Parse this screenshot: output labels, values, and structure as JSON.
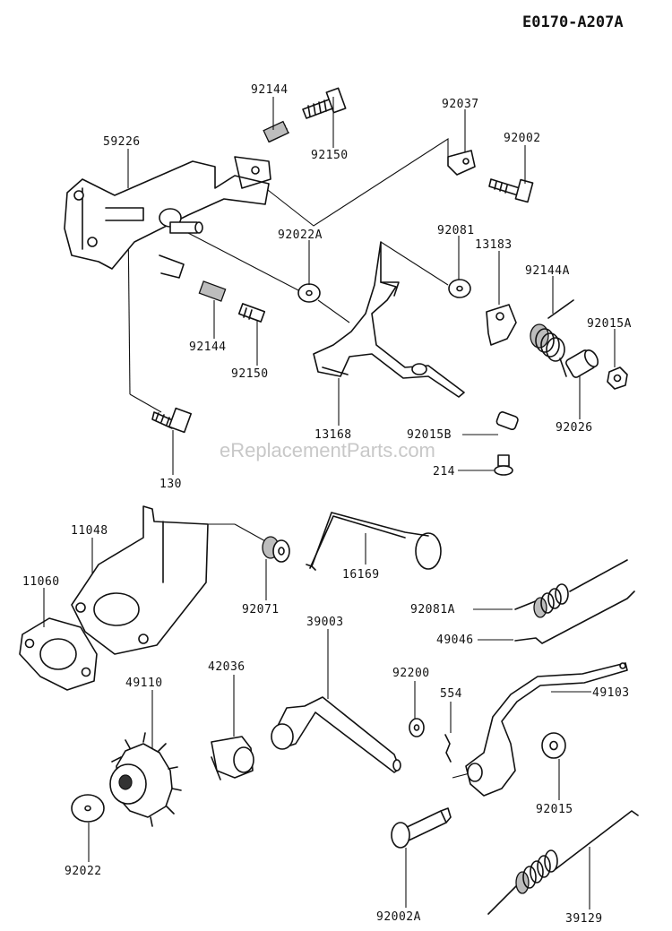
{
  "diagram_code": "E0170-A207A",
  "watermark": "eReplacementParts.com",
  "labels": {
    "p92144_top": "92144",
    "p92150_top": "92150",
    "p59226": "59226",
    "p92037": "92037",
    "p92002": "92002",
    "p92022A": "92022A",
    "p92081": "92081",
    "p13183": "13183",
    "p92144A": "92144A",
    "p92015A": "92015A",
    "p92144_mid": "92144",
    "p92150_mid": "92150",
    "p13168": "13168",
    "p92015B": "92015B",
    "p92026": "92026",
    "p214": "214",
    "p130": "130",
    "p11048": "11048",
    "p16169": "16169",
    "p11060": "11060",
    "p92071": "92071",
    "p92081A": "92081A",
    "p39003": "39003",
    "p49046": "49046",
    "p42036": "42036",
    "p92200": "92200",
    "p554": "554",
    "p49110": "49110",
    "p49103": "49103",
    "p92015": "92015",
    "p92022": "92022",
    "p92002A": "92002A",
    "p39129": "39129"
  }
}
